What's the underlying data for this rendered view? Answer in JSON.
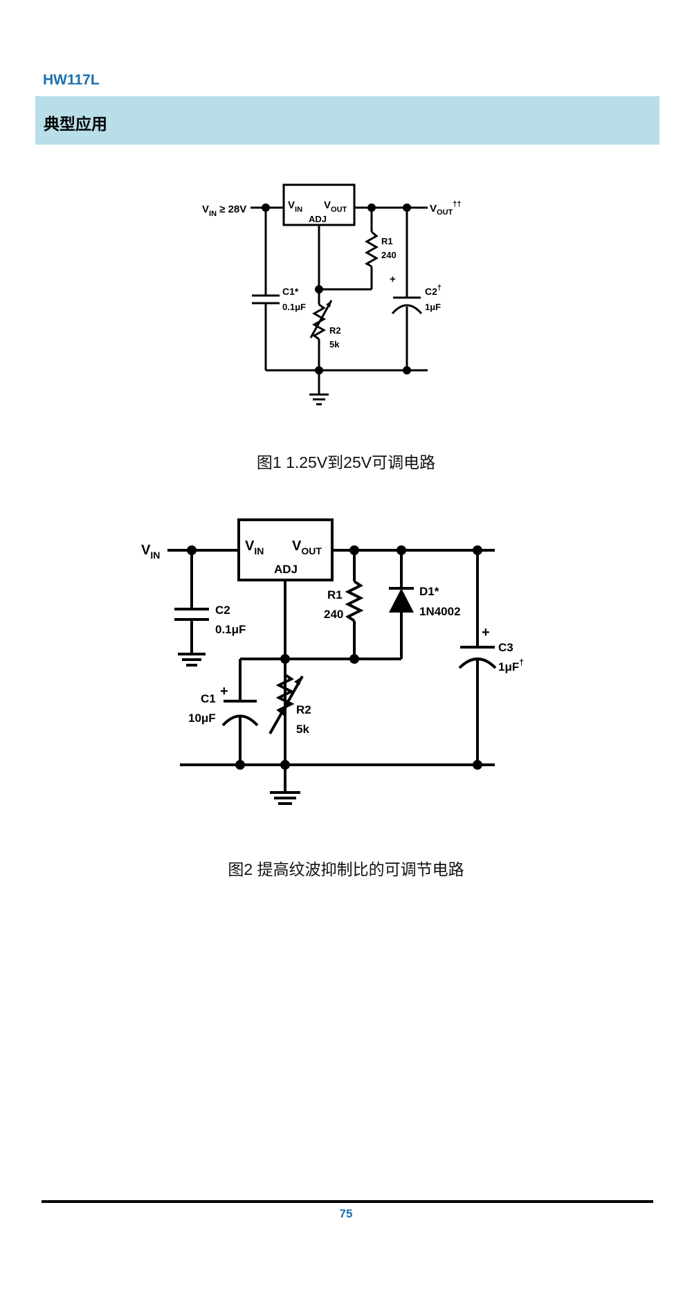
{
  "header": {
    "doc_code": "HW117L"
  },
  "section": {
    "title": "典型应用"
  },
  "figure1": {
    "caption": "图1 1.25V到25V可调电路",
    "labels": {
      "vin": "V",
      "vin_sub": "IN",
      "vin_cond": " ≥ 28V",
      "reg_vin": "V",
      "reg_vin_sub": "IN",
      "reg_vout": "V",
      "reg_vout_sub": "OUT",
      "reg_adj": "ADJ",
      "vout": "V",
      "vout_sub": "OUT",
      "vout_sup": "††",
      "r1_name": "R1",
      "r1_value": "240",
      "c1_name": "C1*",
      "c1_value": "0.1μF",
      "c2_name": "C2",
      "c2_sup": "†",
      "c2_value": "1μF",
      "r2_name": "R2",
      "r2_value": "5k",
      "plus": "+"
    }
  },
  "figure2": {
    "caption": "图2  提高纹波抑制比的可调节电路",
    "labels": {
      "vin": "V",
      "vin_sub": "IN",
      "reg_vin": "V",
      "reg_vin_sub": "IN",
      "reg_vout": "V",
      "reg_vout_sub": "OUT",
      "reg_adj": "ADJ",
      "r1_name": "R1",
      "r1_value": "240",
      "d1_name": "D1*",
      "d1_value": "1N4002",
      "c2_name": "C2",
      "c2_value": "0.1μF",
      "c1_name": "C1",
      "c1_value": "10μF",
      "r2_name": "R2",
      "r2_value": "5k",
      "c3_name": "C3",
      "c3_value": "1μF",
      "c3_sup": "†",
      "plus": "+"
    }
  },
  "footer": {
    "page_number": "75"
  }
}
